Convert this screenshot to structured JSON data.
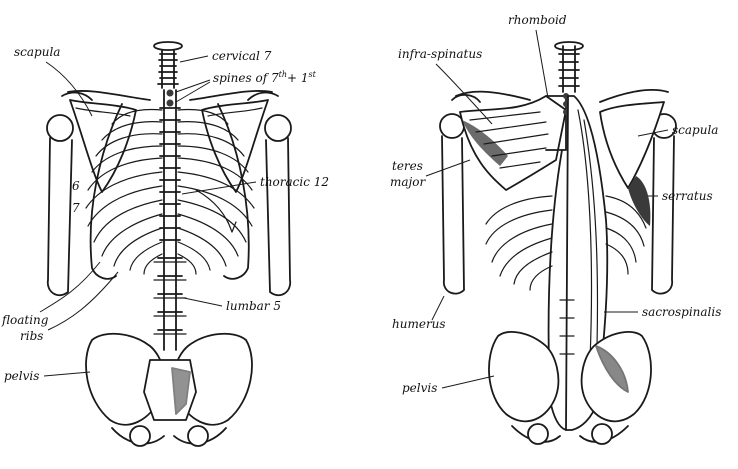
{
  "left_figure": {
    "labels": {
      "scapula": "scapula",
      "cervical": "cervical 7",
      "spines_prefix": "spines of 7",
      "spines_sup1": "th",
      "spines_mid": "+ 1",
      "spines_sup2": "st",
      "thoracic": "thoracic 12",
      "rib6": "6",
      "rib7": "7",
      "lumbar": "lumbar 5",
      "floating_line1": "floating",
      "floating_line2": "ribs",
      "pelvis": "pelvis"
    }
  },
  "right_figure": {
    "labels": {
      "rhomboid": "rhomboid",
      "infraspinatus": "infra-spinatus",
      "teres_line1": "teres",
      "teres_line2": "major",
      "scapula": "scapula",
      "serratus": "serratus",
      "humerus": "humerus",
      "sacrospinalis": "sacrospinalis",
      "pelvis": "pelvis"
    }
  },
  "colors": {
    "ink": "#1a1a1a",
    "paper": "#ffffff"
  }
}
